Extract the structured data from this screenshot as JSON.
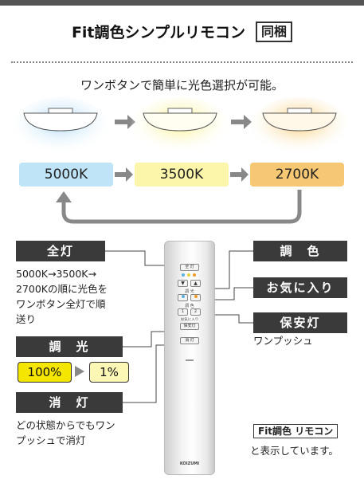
{
  "header": {
    "title": "Fit調色シンプルリモコン",
    "badge": "同梱"
  },
  "subtitle": "ワンボタンで簡単に光色選択が可能。",
  "temperatures": [
    {
      "label": "5000K",
      "color": "#bfe3f7"
    },
    {
      "label": "3500K",
      "color": "#fbf6a9"
    },
    {
      "label": "2700K",
      "color": "#f7c873"
    }
  ],
  "labels": {
    "zento": "全灯",
    "zento_desc": [
      "5000K→3500K→",
      "2700Kの順に光色を",
      "ワンボタン全灯で順",
      "送り"
    ],
    "chokou": "調　光",
    "chokou_from": "100%",
    "chokou_to": "1%",
    "shoutou": "消　灯",
    "shoutou_desc": [
      "どの状態からでもワン",
      "プッシュで消灯"
    ],
    "choshoku": "調　色",
    "okiniiri": "お気に入り",
    "hoanto": "保安灯",
    "hoanto_desc": "ワンプッシュ",
    "note_badge": "Fit調色 リモコン",
    "note_text": "と表示しています。"
  },
  "remote": {
    "brand": "KOIZUMI",
    "btn_zento": "全 灯",
    "btn_choukou": "調 光",
    "btn_choshoku": "調 色",
    "btn_1": "1",
    "btn_2": "2",
    "btn_fav": "お気に入り",
    "btn_hoan": "保安灯",
    "btn_shoutou": "消 灯"
  },
  "colors": {
    "label_bg": "#3a3a3a",
    "highlight_yellow": "#f5e600",
    "light_yellow": "#fdf7b6",
    "arrow_gray": "#888888"
  }
}
